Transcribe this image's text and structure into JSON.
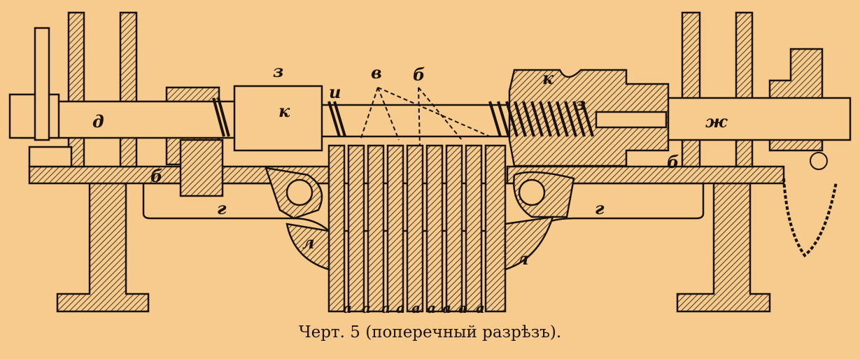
{
  "figure": {
    "caption": "Черт. 5 (поперечный разрѣзъ).",
    "background_color": "#f6cb8d",
    "ink_color": "#1a120a",
    "labels": {
      "z_left": "з",
      "k_left": "к",
      "i": "и",
      "v": "в",
      "b_top": "б",
      "k_right": "к",
      "z_right": "з",
      "d": "д",
      "zh": "ж",
      "b_left": "б",
      "b_right": "б",
      "g_left": "г",
      "g_right": "г",
      "l_left": "л",
      "l_right": "л",
      "a_marks": [
        "а",
        "а",
        "а",
        "а",
        "а",
        "а",
        "а",
        "а",
        "а"
      ]
    }
  }
}
